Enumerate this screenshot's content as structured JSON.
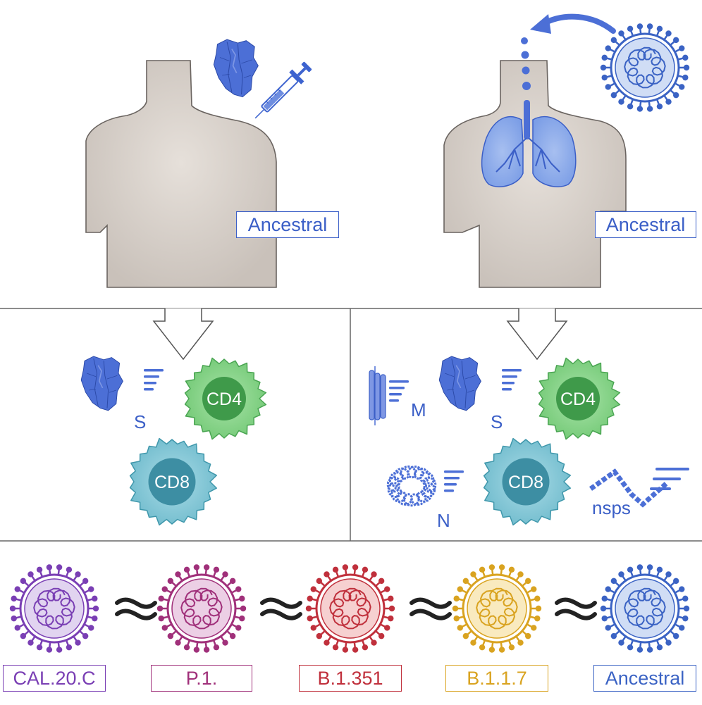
{
  "top": {
    "left_label": "Ancestral",
    "right_label": "Ancestral"
  },
  "middle": {
    "left": {
      "spike_label": "S",
      "cd4_label": "CD4",
      "cd8_label": "CD8"
    },
    "right": {
      "membrane_label": "M",
      "spike_label": "S",
      "cd4_label": "CD4",
      "cd8_label": "CD8",
      "nucleocapsid_label": "N",
      "nsps_label": "nsps"
    }
  },
  "variants": [
    {
      "label": "CAL.20.C",
      "color": "#7a3fb4",
      "fill": "#c9b1e4"
    },
    {
      "label": "P.1.",
      "color": "#a0307a",
      "fill": "#dca8cf"
    },
    {
      "label": "B.1.351",
      "color": "#c0303c",
      "fill": "#efaaaa"
    },
    {
      "label": "B.1.1.7",
      "color": "#d9a320",
      "fill": "#f4d98a"
    },
    {
      "label": "Ancestral",
      "color": "#3b63c4",
      "fill": "#a9c1ec"
    }
  ],
  "colors": {
    "body": "#d6cfc9",
    "protein": "#3d63cf",
    "cd4": "#5fbf6a",
    "cd8": "#5fb2c4",
    "divider": "#666666"
  },
  "icons": [
    "spike-protein-icon",
    "syringe-icon",
    "lungs-icon",
    "virus-icon",
    "cd4-cell-icon",
    "cd8-cell-icon",
    "membrane-protein-icon",
    "nucleocapsid-icon",
    "nsps-icon",
    "down-arrow-icon",
    "approx-equal-icon"
  ]
}
